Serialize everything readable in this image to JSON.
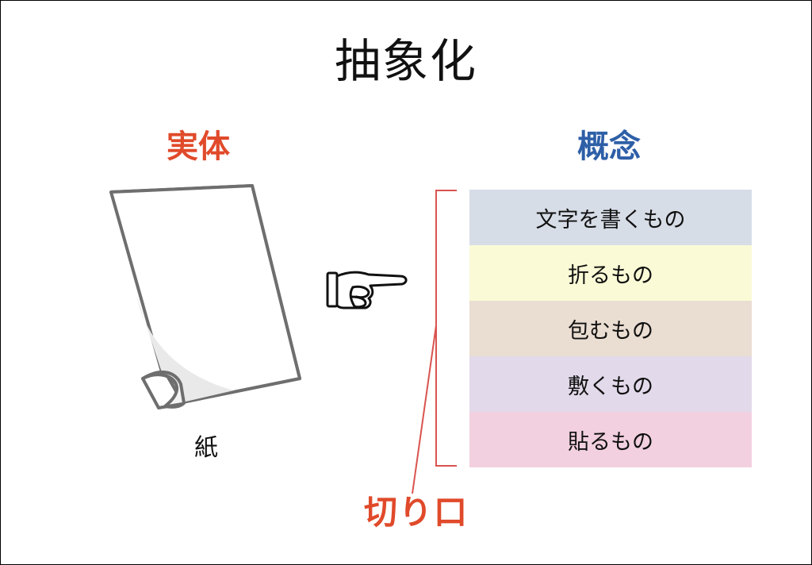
{
  "title": "抽象化",
  "left_heading": "実体",
  "right_heading": "概念",
  "object_label": "紙",
  "concepts": [
    {
      "label": "文字を書くもの",
      "color": "#d7dde7"
    },
    {
      "label": "折るもの",
      "color": "#fafbd6"
    },
    {
      "label": "包むもの",
      "color": "#eaddd2"
    },
    {
      "label": "敷くもの",
      "color": "#e2d9ea"
    },
    {
      "label": "貼るもの",
      "color": "#f2d0df"
    }
  ],
  "cut_label": "切り口",
  "colors": {
    "red": "#e04a2a",
    "blue": "#2e5fa7",
    "bracket": "#d9534f"
  },
  "icons": {
    "paper": "paper-sheet-icon",
    "hand": "pointing-hand-icon"
  }
}
